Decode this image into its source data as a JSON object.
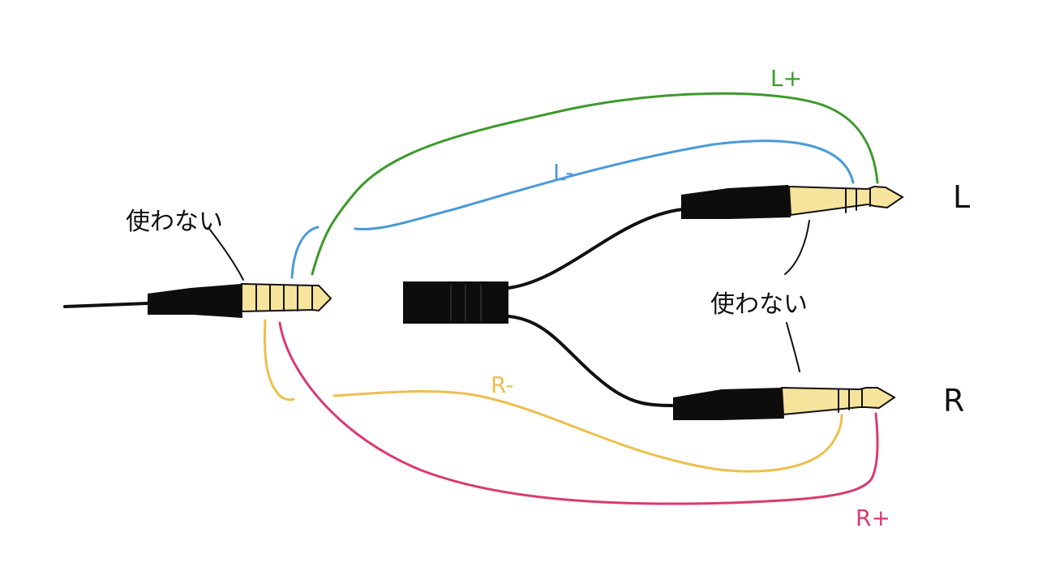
{
  "labels": {
    "channel_left": "L",
    "channel_right": "R",
    "unused_top": "使わない",
    "unused_middle": "使わない",
    "wire_l_plus": "L+",
    "wire_l_minus": "L-",
    "wire_r_minus": "R-",
    "wire_r_plus": "R+"
  },
  "colors": {
    "l_plus": "#3c9a2c",
    "l_minus": "#4a9ad6",
    "r_minus": "#ecc04e",
    "r_plus": "#d93b6e",
    "plug_gold": "#f7e49c",
    "plug_body": "#0d0d0d",
    "ink": "#111111"
  }
}
